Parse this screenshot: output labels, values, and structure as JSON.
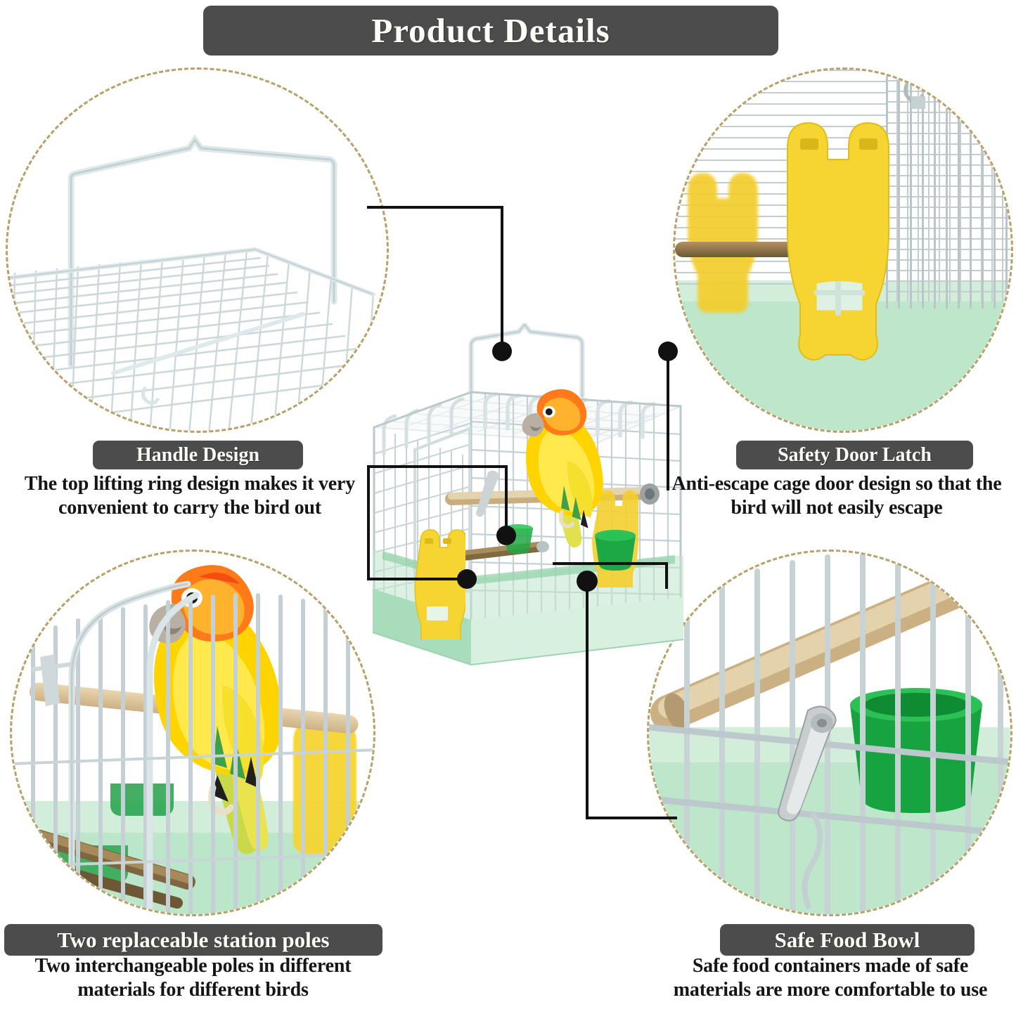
{
  "header": {
    "title": "Product Details"
  },
  "theme": {
    "chip_bg": "#4c4c4c",
    "chip_text": "#fdfdf7",
    "dashed_ring": "#b8a169",
    "body_text": "#151515",
    "tray_green": "#b7e3c4",
    "bowl_green": "#22a049",
    "latch_yellow": "#f5d431",
    "wire_grey": "#c8d2d4",
    "perch_wood": "#d9c091",
    "callout_black": "#111111",
    "page_bg": "#ffffff"
  },
  "features": [
    {
      "id": "handle-design",
      "position": "top-left",
      "label": "Handle Design",
      "description": "The top lifting ring design makes it very convenient to carry the bird out",
      "photo_alt": "wire cage top panel with folding lifting handle ring"
    },
    {
      "id": "safety-door-latch",
      "position": "top-right",
      "label": "Safety Door Latch",
      "description": "Anti-escape cage door design so that the bird will not easily escape",
      "photo_alt": "yellow plastic bear-shaped anti-escape door latch on cage wire"
    },
    {
      "id": "station-poles",
      "position": "bottom-left",
      "label": "Two replaceable station poles",
      "description": "Two interchangeable poles in different materials for different birds",
      "photo_alt": "sun conure parrot perched on wooden pole inside white cage"
    },
    {
      "id": "safe-food-bowl",
      "position": "bottom-right",
      "label": "Safe Food Bowl",
      "description": "Safe food containers made of safe materials are more comfortable to use",
      "photo_alt": "green plastic food bowl and metal clip attached to cage wire"
    }
  ],
  "center_product": {
    "alt": "mint green bird travel cage with white wire mesh, carry handle, wooden perch, yellow latch and a sun conure parrot inside"
  },
  "callouts": [
    {
      "id": "callout-handle",
      "target": "handle-design",
      "dot_label": "handle ring"
    },
    {
      "id": "callout-latch",
      "target": "safety-door-latch",
      "dot_label": "door latch"
    },
    {
      "id": "callout-pole",
      "target": "station-poles",
      "dot_label": "perch pole"
    },
    {
      "id": "callout-bowl",
      "target": "safe-food-bowl",
      "dot_label": "food bowl"
    }
  ]
}
